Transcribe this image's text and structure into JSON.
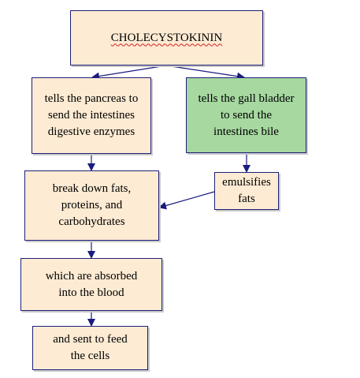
{
  "nodes": {
    "cholecystokinin": "CHOLECYSTOKININ",
    "pancreas": "tells the pancreas to\nsend the intestines\ndigestive enzymes",
    "gall_bladder": "tells the gall bladder\nto send the\nintestines bile",
    "emulsifies": "emulsifies\nfats",
    "break_down": "break down fats,\nproteins, and\ncarbohydrates",
    "absorbed": "which are absorbed\ninto the blood",
    "cells": "and sent to feed\nthe cells"
  },
  "colors": {
    "box_fill": "#fdebd3",
    "highlight_fill": "#a6d8a0",
    "border": "#1f1f7a",
    "arrow": "#1a1a80",
    "spellcheck_underline": "#d62020"
  }
}
